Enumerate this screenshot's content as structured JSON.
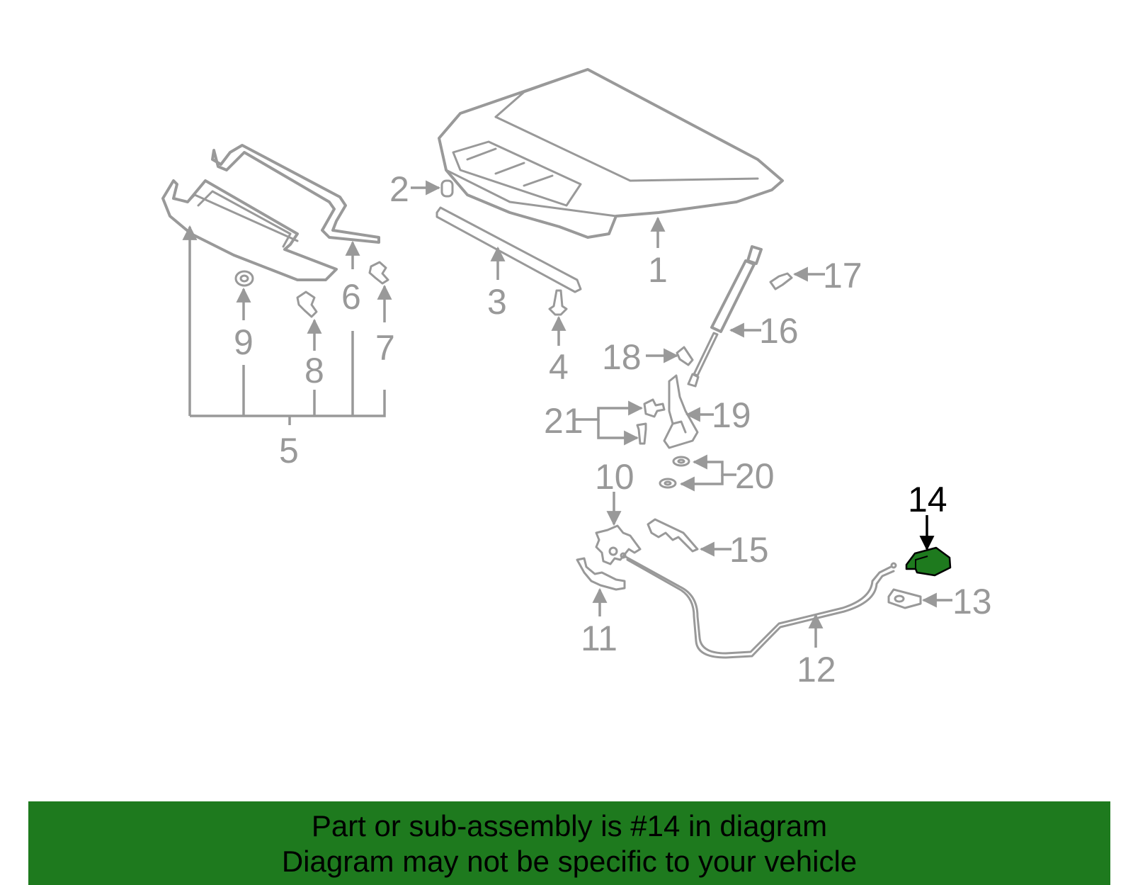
{
  "diagram": {
    "callouts": [
      "1",
      "2",
      "3",
      "4",
      "5",
      "6",
      "7",
      "8",
      "9",
      "10",
      "11",
      "12",
      "13",
      "14",
      "15",
      "16",
      "17",
      "18",
      "19",
      "20",
      "21"
    ],
    "highlight_label": "14",
    "highlight_color": "#1e7a1e",
    "part_color": "#999999"
  },
  "banner": {
    "line1": "Part or sub-assembly is #14 in diagram",
    "line2": "Diagram may not be specific to your vehicle",
    "color": "#1e7a1e"
  }
}
